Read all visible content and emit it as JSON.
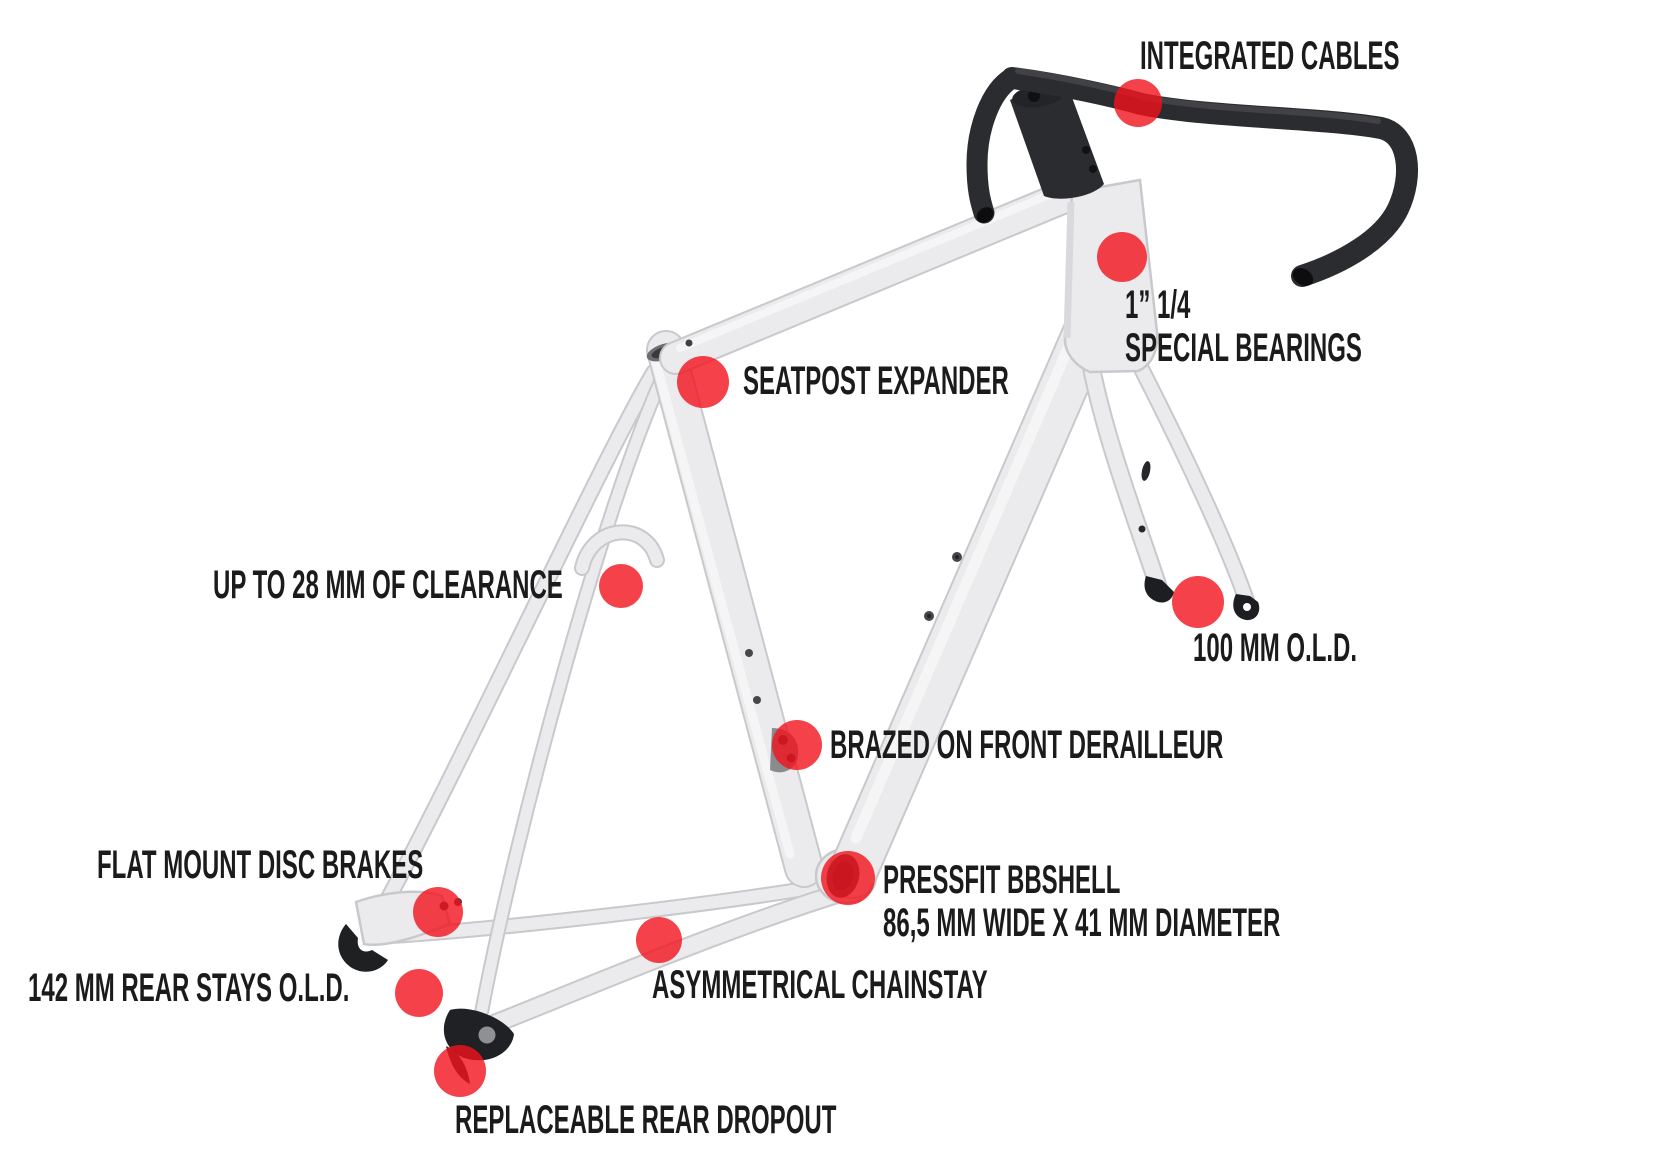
{
  "diagram": {
    "subject": "road-bike-frameset-feature-callouts",
    "accent_color": "#f2111b",
    "text_color": "#1b1b1b",
    "frame_color": "#ebebed",
    "cockpit_color": "#2b2c2f",
    "features": [
      {
        "id": "integrated-cables",
        "label": "INTEGRATED CABLES"
      },
      {
        "id": "special-bearings",
        "label": "1” 1/4",
        "label_line2": "SPECIAL BEARINGS"
      },
      {
        "id": "seatpost-expander",
        "label": "SEATPOST EXPANDER"
      },
      {
        "id": "tire-clearance",
        "label": "UP TO 28 MM OF CLEARANCE"
      },
      {
        "id": "front-old",
        "label": "100 MM O.L.D."
      },
      {
        "id": "front-derailleur",
        "label": "BRAZED ON FRONT DERAILLEUR"
      },
      {
        "id": "flat-mount-disc",
        "label": "FLAT MOUNT DISC BRAKES"
      },
      {
        "id": "pressfit-bbshell",
        "label": "PRESSFIT BBSHELL",
        "label_line2": "86,5 MM WIDE X 41 MM DIAMETER"
      },
      {
        "id": "rear-old",
        "label": "142 MM REAR STAYS O.L.D."
      },
      {
        "id": "asymmetrical-chainstay",
        "label": "ASYMMETRICAL CHAINSTAY"
      },
      {
        "id": "replaceable-dropout",
        "label": "REPLACEABLE REAR DROPOUT"
      }
    ]
  }
}
